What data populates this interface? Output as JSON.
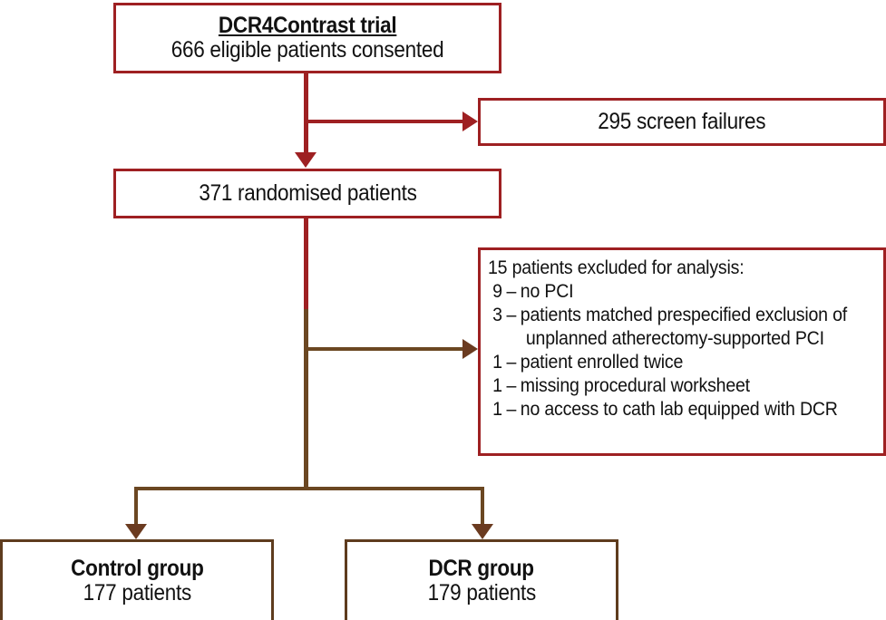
{
  "diagram": {
    "type": "consort-flow-diagram",
    "accent_color": "#9E2022",
    "accent_color_lower": "#5E3C1E",
    "background": "#ffffff"
  },
  "nodes": {
    "enrolled": {
      "title": "DCR4Contrast trial",
      "subtitle": "666 eligible patients consented",
      "count": 666
    },
    "screen_failures": {
      "label": "295 screen failures",
      "count": 295
    },
    "randomised": {
      "label": "371 randomised patients",
      "count": 371
    },
    "excluded": {
      "heading": "15 patients excluded for analysis:",
      "total": 15,
      "dash": "–",
      "reasons": [
        {
          "n": "9",
          "text": "no PCI",
          "continuation": ""
        },
        {
          "n": "3",
          "text": "patients matched prespecified exclusion of",
          "continuation": "unplanned atherectomy-supported PCI"
        },
        {
          "n": "1",
          "text": "patient enrolled twice",
          "continuation": ""
        },
        {
          "n": "1",
          "text": "missing procedural worksheet",
          "continuation": ""
        },
        {
          "n": "1",
          "text": "no access to cath lab equipped with DCR",
          "continuation": ""
        }
      ]
    },
    "control_group": {
      "title": "Control group",
      "subtitle": "177 patients",
      "count": 177
    },
    "dcr_group": {
      "title": "DCR group",
      "subtitle": "179 patients",
      "count": 179
    }
  }
}
